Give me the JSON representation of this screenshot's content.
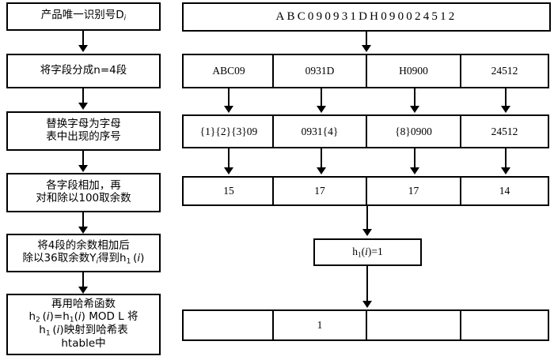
{
  "diagram": {
    "title": "Product unique identifier hashing flowchart",
    "colors": {
      "stroke": "#000000",
      "background": "#ffffff"
    }
  },
  "left_flow": {
    "steps": [
      {
        "id": "step-1",
        "lines": [
          "产品唯一识别号D",
          "i"
        ],
        "text": "产品唯一识别号Di"
      },
      {
        "id": "step-2",
        "lines": [
          "将字段分成n=4段"
        ],
        "text": "将字段分成n=4段"
      },
      {
        "id": "step-3",
        "lines": [
          "替换字母为字母",
          "表中出现的序号"
        ],
        "text": "替换字母为字母表中出现的序号"
      },
      {
        "id": "step-4",
        "lines": [
          "各字段相加，再",
          "对和除以100取余数"
        ],
        "text": "各字段相加，再对和除以100取余数"
      },
      {
        "id": "step-5",
        "lines": [
          "将4段的余数相加后",
          "除以36取余数Yi得到h1(i)"
        ],
        "text": "将4段的余数相加后除以36取余数Yi得到h1(i)"
      },
      {
        "id": "step-6",
        "lines": [
          "再用哈希函数",
          "h2(i)=h1(i) MOD L 将",
          "h1(i)映射到哈希表",
          "htable中"
        ],
        "text": "再用哈希函数 h2(i)=h1(i) MOD L 将 h1(i)映射到哈希表 htable中"
      }
    ]
  },
  "right_flow": {
    "identifier": "ABC090931DH090024512",
    "rows": [
      {
        "id": "segments-row",
        "label": "segments",
        "cells": [
          "ABC09",
          "0931D",
          "H0900",
          "24512"
        ]
      },
      {
        "id": "substituted-row",
        "label": "letters replaced by alphabet index",
        "cells": [
          "{1}{2}{3}09",
          "0931{4}",
          "{8}0900",
          "24512"
        ]
      },
      {
        "id": "remainders-row",
        "label": "remainders mod 100",
        "cells": [
          "15",
          "17",
          "17",
          "14"
        ]
      },
      {
        "id": "hashtable-row",
        "label": "htable",
        "cells": [
          "",
          "1",
          "",
          ""
        ]
      }
    ],
    "hash_box": {
      "id": "hash-result",
      "text": "h1(i)=1",
      "base": "h",
      "sub": "1",
      "arg": "i",
      "value": "1"
    }
  },
  "icons": {
    "arrow_down": "arrow-down-icon"
  }
}
